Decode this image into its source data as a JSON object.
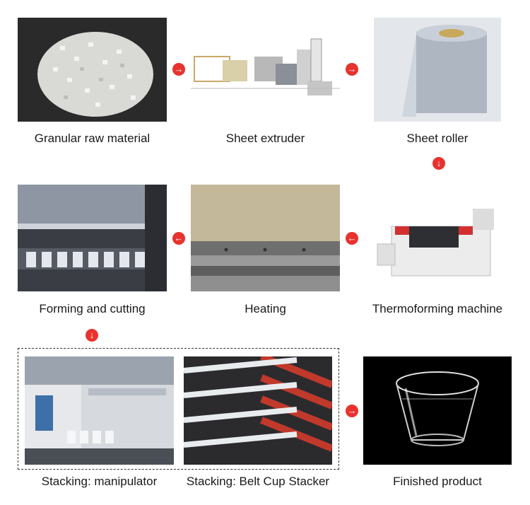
{
  "steps": {
    "granular": "Granular raw material",
    "extruder": "Sheet extruder",
    "roller": "Sheet roller",
    "forming": "Forming and cutting",
    "heating": "Heating",
    "thermo": "Thermoforming machine",
    "manipulator": "Stacking: manipulator",
    "belt": "Stacking: Belt Cup Stacker",
    "finished": "Finished product"
  },
  "arrows": {
    "right": "→",
    "left": "←",
    "down": "↓"
  },
  "colors": {
    "arrow": "#e8322e",
    "dashed_border": "#333333"
  }
}
